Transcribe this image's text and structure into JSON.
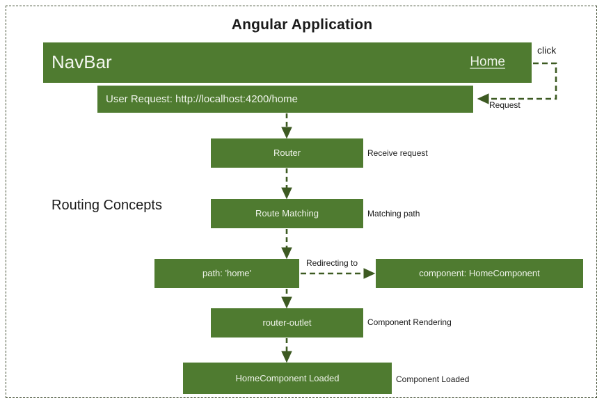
{
  "diagram": {
    "title": "Angular Application",
    "section_label": "Routing Concepts",
    "accent_color": "#4f7b30",
    "frame_color": "#3d4a2e",
    "node_text_color": "#eef3e9",
    "annotation_color": "#1a1a1a"
  },
  "nodes": {
    "navbar": {
      "label": "NavBar",
      "link_label": "Home"
    },
    "user_request": {
      "label": "User Request: http://localhost:4200/home"
    },
    "router": {
      "label": "Router"
    },
    "route_matching": {
      "label": "Route Matching"
    },
    "path_home": {
      "label": "path: 'home'"
    },
    "component_home": {
      "label": "component: HomeComponent"
    },
    "router_outlet": {
      "label": "router-outlet"
    },
    "home_loaded": {
      "label": "HomeComponent Loaded"
    }
  },
  "annotations": {
    "click": "click",
    "request": "Request",
    "receive_request": "Receive request",
    "matching_path": "Matching path",
    "redirecting_to": "Redirecting to",
    "component_rendering": "Component Rendering",
    "component_loaded": "Component Loaded"
  },
  "flow": {
    "steps": [
      "NavBar",
      "User Request: http://localhost:4200/home",
      "Router",
      "Route Matching",
      "path: 'home'",
      "component: HomeComponent",
      "router-outlet",
      "HomeComponent Loaded"
    ]
  }
}
